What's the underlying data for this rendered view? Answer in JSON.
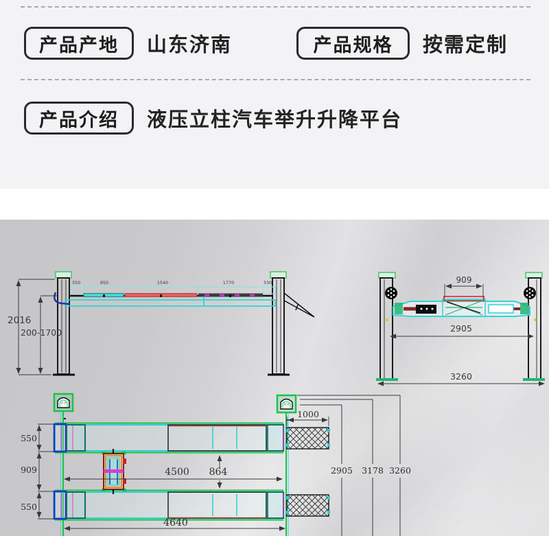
{
  "info_panel": {
    "row1": {
      "field1": {
        "label": "产品产地",
        "value": "山东济南"
      },
      "field2": {
        "label": "产品规格",
        "value": "按需定制"
      }
    },
    "row2": {
      "field1": {
        "label": "产品介绍",
        "value": "液压立柱汽车举升升降平台"
      }
    }
  },
  "drawing": {
    "side_view": {
      "dim_total_height": "2016",
      "dim_lift_range": "200-1700",
      "dim_top_1": "350",
      "dim_top_2": "950",
      "dim_top_3": "1540",
      "dim_top_4": "1770",
      "dim_top_5": "330"
    },
    "end_view": {
      "dim_platform": "909",
      "dim_post_span": "2905",
      "dim_overall": "3260"
    },
    "plan_view": {
      "dim_runway_top": "550",
      "dim_center_gap": "909",
      "dim_runway_bottom": "550",
      "dim_inner_length": "4500",
      "dim_cross": "864",
      "dim_ramp": "1000",
      "dim_total_length": "4640",
      "dim_span": "2905",
      "dim_mid": "3178",
      "dim_overall": "3260"
    }
  },
  "colors": {
    "panel_bg": "#f3f3f5",
    "photo_gray": "#cdcdcf",
    "cad_cyan": "#2fd6d6",
    "cad_green": "#22b573",
    "cad_red": "#e05252",
    "cad_blue": "#2333c4",
    "cad_magenta": "#d63cd6",
    "cad_orange": "#e09020",
    "line_dark": "#1a1a1a"
  }
}
